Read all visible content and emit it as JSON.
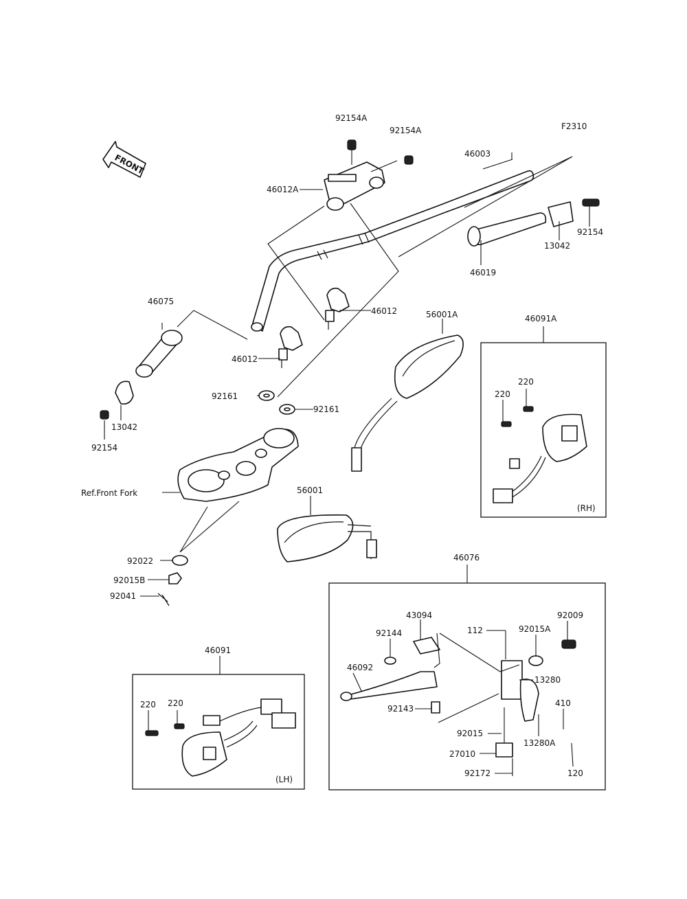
{
  "figure_code": "F2310",
  "front_arrow": "FRONT",
  "labels": {
    "p92154A_1": "92154A",
    "p92154A_2": "92154A",
    "p46012A": "46012A",
    "p46003": "46003",
    "p92154_r": "92154",
    "p13042_r": "13042",
    "p46019": "46019",
    "p46075": "46075",
    "p46012_r": "46012",
    "p46012_l": "46012",
    "p56001A": "56001A",
    "p46091A": "46091A",
    "p92161_l": "92161",
    "p92161_r": "92161",
    "p13042_l": "13042",
    "p92154_l": "92154",
    "ref_front_fork": "Ref.Front Fork",
    "p56001": "56001",
    "p220_rh1": "220",
    "p220_rh2": "220",
    "rh": "(RH)",
    "p46076": "46076",
    "p92022": "92022",
    "p92015B": "92015B",
    "p92041": "92041",
    "p43094": "43094",
    "p112": "112",
    "p92015A": "92015A",
    "p92009": "92009",
    "p92144": "92144",
    "p46092": "46092",
    "p13280": "13280",
    "p46091": "46091",
    "p92143": "92143",
    "p410": "410",
    "p220_lh1": "220",
    "p220_lh2": "220",
    "p92015": "92015",
    "p13280A": "13280A",
    "p27010": "27010",
    "p120": "120",
    "p92172": "92172",
    "lh": "(LH)"
  },
  "icons": [
    "front-direction-arrow",
    "handlebar",
    "mirror",
    "grip",
    "switch-housing",
    "clutch-lever"
  ]
}
